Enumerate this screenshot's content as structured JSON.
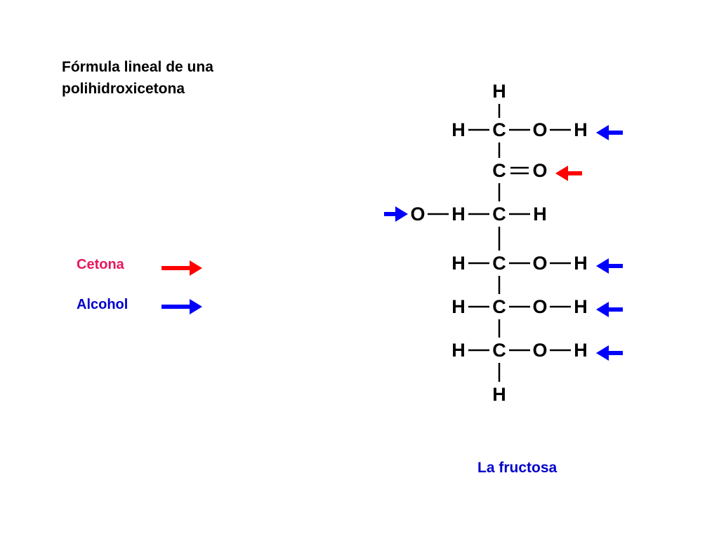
{
  "title": {
    "line1": "Fórmula lineal de una",
    "line2": "polihidroxicetona"
  },
  "legend": {
    "ketone": {
      "label": "Cetona",
      "color": "#e8175d",
      "arrow_color": "#ff0000"
    },
    "alcohol": {
      "label": "Alcohol",
      "color": "#0000cc",
      "arrow_color": "#0000ff"
    }
  },
  "molecule": {
    "top_atom": "H",
    "bottom_atom": "H",
    "rows": [
      {
        "left": [
          "H"
        ],
        "center": "C",
        "right": [
          "O",
          "H"
        ],
        "marker": "alcohol",
        "marker_side": "right"
      },
      {
        "left": [],
        "center": "C",
        "right": [
          "O"
        ],
        "double_bond": true,
        "marker": "ketone",
        "marker_side": "right"
      },
      {
        "left": [
          "H",
          "O"
        ],
        "center": "C",
        "right": [
          "H"
        ],
        "marker": "alcohol",
        "marker_side": "left"
      },
      {
        "left": [
          "H"
        ],
        "center": "C",
        "right": [
          "O",
          "H"
        ],
        "marker": "alcohol",
        "marker_side": "right"
      },
      {
        "left": [
          "H"
        ],
        "center": "C",
        "right": [
          "O",
          "H"
        ],
        "marker": "alcohol",
        "marker_side": "right"
      },
      {
        "left": [
          "H"
        ],
        "center": "C",
        "right": [
          "O",
          "H"
        ],
        "marker": "alcohol",
        "marker_side": "right"
      }
    ]
  },
  "caption": {
    "text": "La fructosa",
    "color": "#0000cc"
  }
}
